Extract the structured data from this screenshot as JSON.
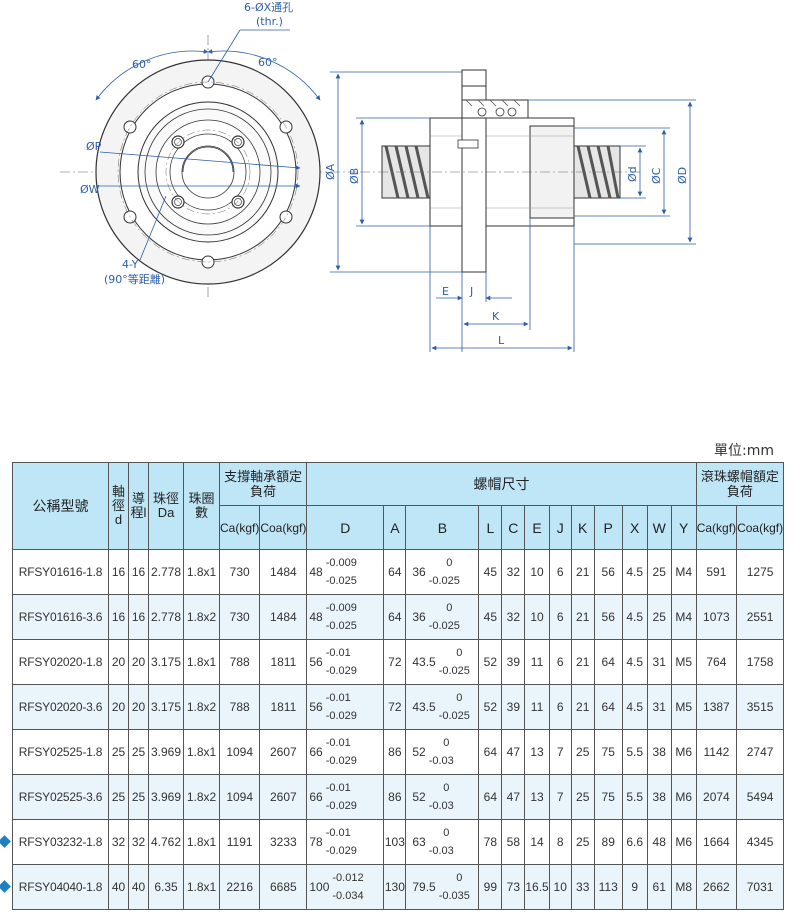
{
  "drawing": {
    "labels": {
      "holes": "6-ØX通孔",
      "thr": "(thr.)",
      "angle_left": "60°",
      "angle_right": "60°",
      "p": "ØP",
      "w": "ØW",
      "y": "4-Y",
      "y_note": "(90°等距離)",
      "a": "ØA",
      "b": "ØB",
      "d": "Ød",
      "c": "ØC",
      "dd": "ØD",
      "e": "E",
      "j": "J",
      "k": "K",
      "l": "L"
    }
  },
  "unit": "單位:mm",
  "table": {
    "headers": {
      "model": "公稱型號",
      "shaft": "軸徑d",
      "lead": "導程l",
      "ball": "珠徑Da",
      "turns": "珠圈數",
      "support": "支撐軸承額定負荷",
      "nut": "螺帽尺寸",
      "rolling": "滾珠螺帽額定負荷",
      "ca": "Ca(kgf)",
      "coa": "Coa(kgf)",
      "cols": [
        "D",
        "A",
        "B",
        "L",
        "C",
        "E",
        "J",
        "K",
        "P",
        "X",
        "W",
        "Y"
      ],
      "ca2": "Ca(kgf)",
      "coa2": "Coa(kgf)"
    },
    "rows": [
      {
        "model": "RFSY01616-1.8",
        "d": "16",
        "l": "16",
        "da": "2.778",
        "turns": "1.8x1",
        "ca": "730",
        "coa": "1484",
        "D": "48",
        "D_up": "-0.009",
        "D_lo": "-0.025",
        "A": "64",
        "B": "36",
        "B_up": "0",
        "B_lo": "-0.025",
        "L": "45",
        "C": "32",
        "E": "10",
        "J": "6",
        "K": "21",
        "P": "56",
        "X": "4.5",
        "W": "25",
        "Y": "M4",
        "ca2": "591",
        "coa2": "1275",
        "marked": false
      },
      {
        "model": "RFSY01616-3.6",
        "d": "16",
        "l": "16",
        "da": "2.778",
        "turns": "1.8x2",
        "ca": "730",
        "coa": "1484",
        "D": "48",
        "D_up": "-0.009",
        "D_lo": "-0.025",
        "A": "64",
        "B": "36",
        "B_up": "0",
        "B_lo": "-0.025",
        "L": "45",
        "C": "32",
        "E": "10",
        "J": "6",
        "K": "21",
        "P": "56",
        "X": "4.5",
        "W": "25",
        "Y": "M4",
        "ca2": "1073",
        "coa2": "2551",
        "marked": false
      },
      {
        "model": "RFSY02020-1.8",
        "d": "20",
        "l": "20",
        "da": "3.175",
        "turns": "1.8x1",
        "ca": "788",
        "coa": "1811",
        "D": "56",
        "D_up": "-0.01",
        "D_lo": "-0.029",
        "A": "72",
        "B": "43.5",
        "B_up": "0",
        "B_lo": "-0.025",
        "L": "52",
        "C": "39",
        "E": "11",
        "J": "6",
        "K": "21",
        "P": "64",
        "X": "4.5",
        "W": "31",
        "Y": "M5",
        "ca2": "764",
        "coa2": "1758",
        "marked": false
      },
      {
        "model": "RFSY02020-3.6",
        "d": "20",
        "l": "20",
        "da": "3.175",
        "turns": "1.8x2",
        "ca": "788",
        "coa": "1811",
        "D": "56",
        "D_up": "-0.01",
        "D_lo": "-0.029",
        "A": "72",
        "B": "43.5",
        "B_up": "0",
        "B_lo": "-0.025",
        "L": "52",
        "C": "39",
        "E": "11",
        "J": "6",
        "K": "21",
        "P": "64",
        "X": "4.5",
        "W": "31",
        "Y": "M5",
        "ca2": "1387",
        "coa2": "3515",
        "marked": false
      },
      {
        "model": "RFSY02525-1.8",
        "d": "25",
        "l": "25",
        "da": "3.969",
        "turns": "1.8x1",
        "ca": "1094",
        "coa": "2607",
        "D": "66",
        "D_up": "-0.01",
        "D_lo": "-0.029",
        "A": "86",
        "B": "52",
        "B_up": "0",
        "B_lo": "-0.03",
        "L": "64",
        "C": "47",
        "E": "13",
        "J": "7",
        "K": "25",
        "P": "75",
        "X": "5.5",
        "W": "38",
        "Y": "M6",
        "ca2": "1142",
        "coa2": "2747",
        "marked": false
      },
      {
        "model": "RFSY02525-3.6",
        "d": "25",
        "l": "25",
        "da": "3.969",
        "turns": "1.8x2",
        "ca": "1094",
        "coa": "2607",
        "D": "66",
        "D_up": "-0.01",
        "D_lo": "-0.029",
        "A": "86",
        "B": "52",
        "B_up": "0",
        "B_lo": "-0.03",
        "L": "64",
        "C": "47",
        "E": "13",
        "J": "7",
        "K": "25",
        "P": "75",
        "X": "5.5",
        "W": "38",
        "Y": "M6",
        "ca2": "2074",
        "coa2": "5494",
        "marked": false
      },
      {
        "model": "RFSY03232-1.8",
        "d": "32",
        "l": "32",
        "da": "4.762",
        "turns": "1.8x1",
        "ca": "1191",
        "coa": "3233",
        "D": "78",
        "D_up": "-0.01",
        "D_lo": "-0.029",
        "A": "103",
        "B": "63",
        "B_up": "0",
        "B_lo": "-0.03",
        "L": "78",
        "C": "58",
        "E": "14",
        "J": "8",
        "K": "25",
        "P": "89",
        "X": "6.6",
        "W": "48",
        "Y": "M6",
        "ca2": "1664",
        "coa2": "4345",
        "marked": true
      },
      {
        "model": "RFSY04040-1.8",
        "d": "40",
        "l": "40",
        "da": "6.35",
        "turns": "1.8x1",
        "ca": "2216",
        "coa": "6685",
        "D": "100",
        "D_up": "-0.012",
        "D_lo": "-0.034",
        "A": "130",
        "B": "79.5",
        "B_up": "0",
        "B_lo": "-0.035",
        "L": "99",
        "C": "73",
        "E": "16.5",
        "J": "10",
        "K": "33",
        "P": "113",
        "X": "9",
        "W": "61",
        "Y": "M8",
        "ca2": "2662",
        "coa2": "7031",
        "marked": true
      }
    ]
  },
  "colors": {
    "header_bg": "#bfe6f6",
    "alt_row": "#eaf4fb",
    "dim_blue": "#2c5fa8",
    "marker": "#1f7fc4"
  }
}
